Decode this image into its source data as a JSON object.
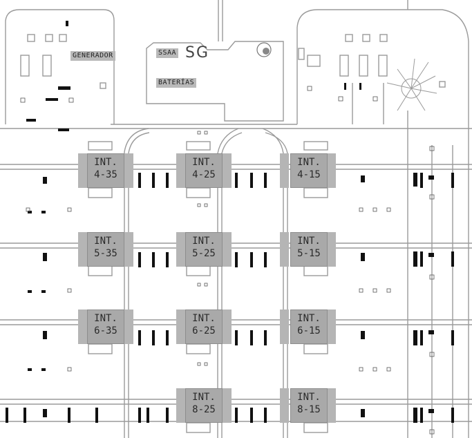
{
  "labels": {
    "generador": "GENERADOR",
    "ssaa": "SSAA",
    "baterias": "BATERÍAS",
    "sg": "SG"
  },
  "interruptors": [
    {
      "title": "INT.",
      "code": "4-35"
    },
    {
      "title": "INT.",
      "code": "4-25"
    },
    {
      "title": "INT.",
      "code": "4-15"
    },
    {
      "title": "INT.",
      "code": "5-35"
    },
    {
      "title": "INT.",
      "code": "5-25"
    },
    {
      "title": "INT.",
      "code": "5-15"
    },
    {
      "title": "INT.",
      "code": "6-35"
    },
    {
      "title": "INT.",
      "code": "6-25"
    },
    {
      "title": "INT.",
      "code": "6-15"
    },
    {
      "title": "INT.",
      "code": "8-25"
    },
    {
      "title": "INT.",
      "code": "8-15"
    }
  ],
  "colors": {
    "line": "#9a9a9a",
    "label_fill": "#b9b9b9",
    "int_fill": "#a9a9a9",
    "equipment": "#111111"
  }
}
